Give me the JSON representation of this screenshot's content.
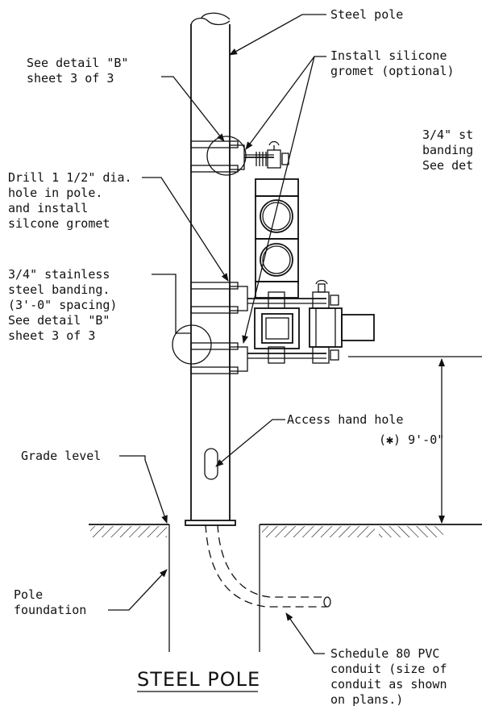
{
  "labels": {
    "steel_pole": "Steel pole",
    "detail_b_top_1": "See detail \"B\"",
    "detail_b_top_2": "sheet 3 of 3",
    "silicone_1": "Install silicone",
    "silicone_2": "gromet (optional)",
    "banding_right_1": "3/4\" st",
    "banding_right_2": "banding",
    "banding_right_3": "See det",
    "drill_1": "Drill 1  1/2\" dia.",
    "drill_2": "hole in pole.",
    "drill_3": "and install",
    "drill_4": "silcone gromet",
    "band_left_1": "3/4\" stainless",
    "band_left_2": "steel banding.",
    "band_left_3": "(3'-0\" spacing)",
    "band_left_4": "See detail \"B\"",
    "band_left_5": "sheet 3 of 3",
    "access_hand_hole": "Access hand hole",
    "dimension": "(✱) 9'-0\"",
    "grade_level": "Grade level",
    "foundation_1": "Pole",
    "foundation_2": "foundation",
    "conduit_1": "Schedule 80 PVC",
    "conduit_2": "conduit (size of",
    "conduit_3": "conduit as shown",
    "conduit_4": "on plans.)",
    "title": "STEEL POLE"
  }
}
